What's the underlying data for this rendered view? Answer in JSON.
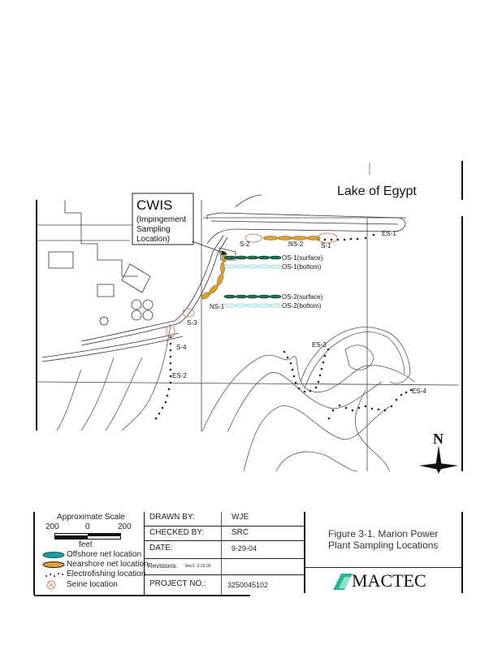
{
  "map": {
    "lake_label": "Lake of Egypt",
    "cwis_box": {
      "title": "CWIS",
      "subtitle_lines": [
        "(Impingement",
        "Sampling",
        "Location)"
      ]
    },
    "sample_labels": {
      "es1": "ES-1",
      "es2": "ES-2",
      "es3": "ES-3",
      "es4": "ES-4",
      "s1": "S-1",
      "s2": "S-2",
      "s3": "S-3",
      "s4": "S-4",
      "ns1": "NS-1",
      "ns2": "NS-2",
      "os1_surface": "OS-1(surface)",
      "os1_bottom": "OS-1(bottom)",
      "os2_surface": "OS-2(surface)",
      "os2_bottom": "OS-2(bottom)"
    },
    "north_label": "N",
    "colors": {
      "offshore_surface": "#1f6b55",
      "offshore_bottom": "#9fd8d8",
      "nearshore": "#e0a030",
      "seine": "#c98a70",
      "electrofishing": "#222222"
    }
  },
  "legend": {
    "scale_title": "Approximate Scale",
    "scale_left": "200",
    "scale_mid": "0",
    "scale_right": "200",
    "scale_unit": "feet",
    "items": [
      {
        "label": "Offshore net location",
        "icon": "teal-ellipse"
      },
      {
        "label": "Nearshore net location",
        "icon": "orange-ellipse"
      },
      {
        "label": "Electrofishing location",
        "icon": "dots"
      },
      {
        "label": "Seine location",
        "icon": "seine-circle"
      }
    ]
  },
  "title_block": {
    "drawn_by_label": "DRAWN BY:",
    "drawn_by": "WJE",
    "checked_by_label": "CHECKED BY:",
    "checked_by": "SRC",
    "date_label": "DATE:",
    "date": "9-29-04",
    "revisions_label": "Revisions:",
    "revisions": "Rev1: 3-22-05",
    "project_label": "PROJECT NO.:",
    "project_no": "3250045102",
    "figure_title_line1": "Figure 3-1. Marion Power",
    "figure_title_line2": "Plant Sampling Locations",
    "company": "MACTEC"
  }
}
